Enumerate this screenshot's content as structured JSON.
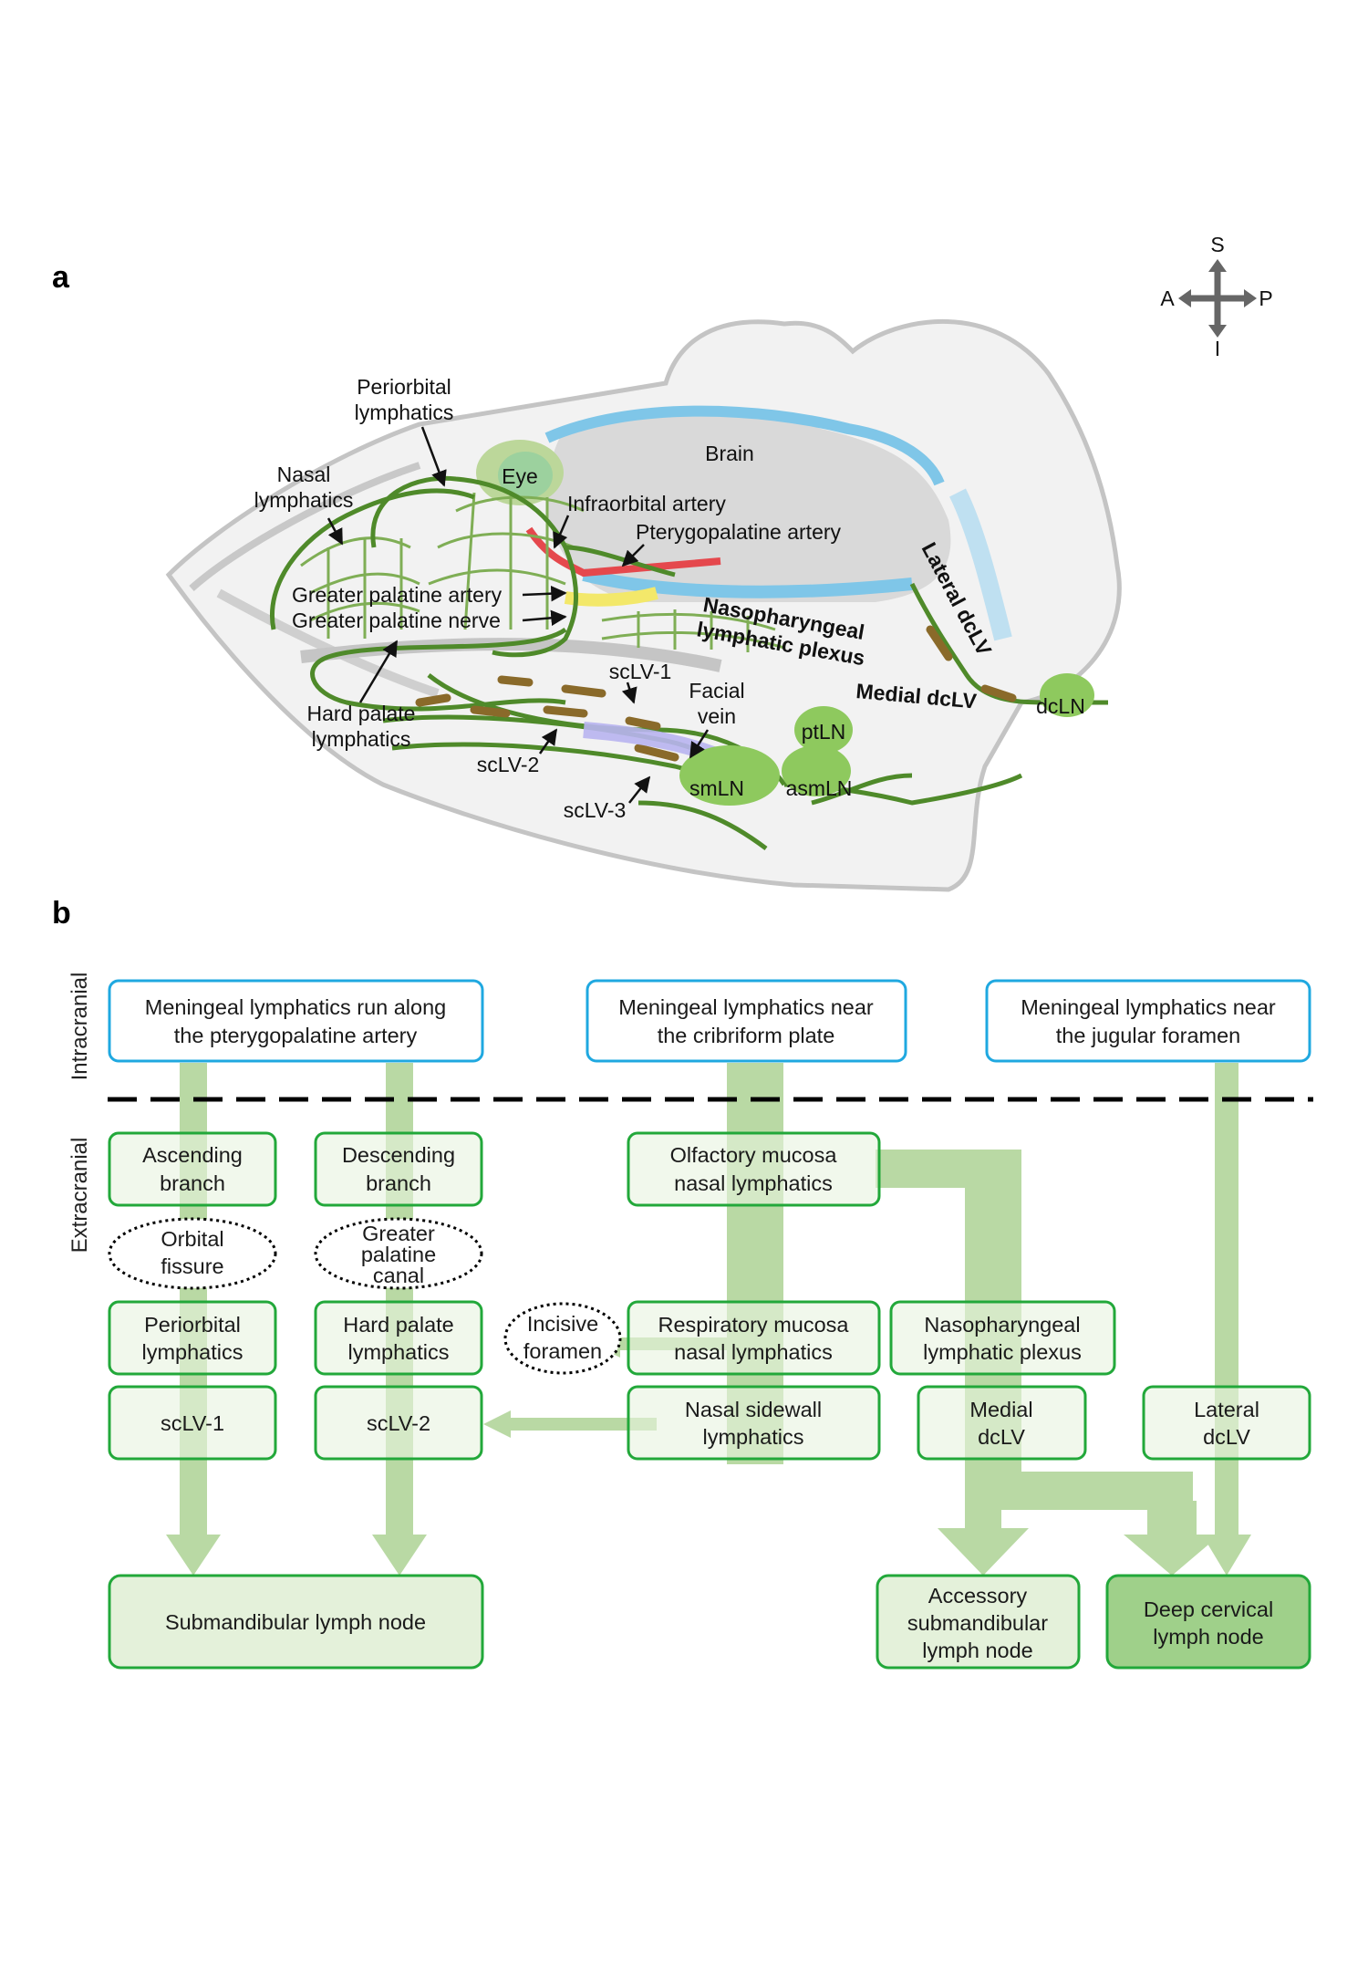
{
  "panel_a": {
    "label": "a",
    "compass": {
      "S": "S",
      "A": "A",
      "P": "P",
      "I": "I"
    },
    "labels": {
      "brain": "Brain",
      "eye": "Eye",
      "periorbital_1": "Periorbital",
      "periorbital_2": "lymphatics",
      "nasal_1": "Nasal",
      "nasal_2": "lymphatics",
      "infraorbital_artery": "Infraorbital artery",
      "pterygopalatine_artery": "Pterygopalatine artery",
      "greater_palatine_artery": "Greater palatine artery",
      "greater_palatine_nerve": "Greater palatine nerve",
      "nasopharyngeal_1": "Nasopharyngeal",
      "nasopharyngeal_2": "lymphatic plexus",
      "lateral_dclv": "Lateral dcLV",
      "medial_dclv": "Medial dcLV",
      "dcln": "dcLN",
      "sclv1": "scLV-1",
      "sclv2": "scLV-2",
      "sclv3": "scLV-3",
      "facial_vein_1": "Facial",
      "facial_vein_2": "vein",
      "hard_palate_1": "Hard palate",
      "hard_palate_2": "lymphatics",
      "ptln": "ptLN",
      "smln": "smLN",
      "asmln": "asmLN"
    }
  },
  "panel_b": {
    "label": "b",
    "side_labels": {
      "intracranial": "Intracranial",
      "extracranial": "Extracranial"
    },
    "intracranial": {
      "pterygopalatine": [
        "Meningeal lymphatics run along",
        "the pterygopalatine artery"
      ],
      "cribriform": [
        "Meningeal lymphatics near",
        "the cribriform plate"
      ],
      "jugular": [
        "Meningeal lymphatics near",
        "the jugular foramen"
      ]
    },
    "boxes": {
      "ascending": [
        "Ascending",
        "branch"
      ],
      "descending": [
        "Descending",
        "branch"
      ],
      "olfactory": [
        "Olfactory mucosa",
        "nasal lymphatics"
      ],
      "periorbital": [
        "Periorbital",
        "lymphatics"
      ],
      "hard_palate": [
        "Hard palate",
        "lymphatics"
      ],
      "respiratory": [
        "Respiratory mucosa",
        "nasal lymphatics"
      ],
      "nasopharyngeal": [
        "Nasopharyngeal",
        "lymphatic plexus"
      ],
      "sclv1": [
        "scLV-1"
      ],
      "sclv2": [
        "scLV-2"
      ],
      "sidewall": [
        "Nasal sidewall",
        "lymphatics"
      ],
      "medial": [
        "Medial",
        "dcLV"
      ],
      "lateral": [
        "Lateral",
        "dcLV"
      ],
      "submandibular": [
        "Submandibular lymph node"
      ],
      "accessory": [
        "Accessory",
        "submandibular",
        "lymph node"
      ],
      "deep_cervical": [
        "Deep cervical",
        "lymph node"
      ]
    },
    "passages": {
      "orbital": [
        "Orbital",
        "fissure"
      ],
      "greater_palatine_canal": [
        "Greater",
        "palatine",
        "canal"
      ],
      "incisive": [
        "Incisive",
        "foramen"
      ]
    }
  },
  "colors": {
    "box_blue": "#1fa8e0",
    "box_green": "#22a83a",
    "flow_green": "#b9d9a4",
    "lymphatic_green": "#4f8a2a",
    "deep_cervical_fill": "#9fd08a"
  }
}
